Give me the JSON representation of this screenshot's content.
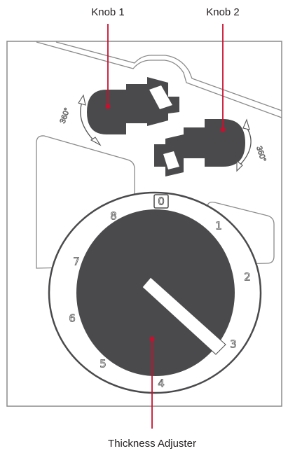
{
  "callouts": {
    "knob1": "Knob 1",
    "knob2": "Knob 2",
    "thickness": "Thickness Adjuster"
  },
  "rotation": {
    "knob1": "360°",
    "knob2": "360°"
  },
  "dial": {
    "numbers": [
      "0",
      "1",
      "2",
      "3",
      "4",
      "5",
      "6",
      "7",
      "8"
    ]
  },
  "colors": {
    "dark": "#4a4a4c",
    "outline": "#7a7a7a",
    "leader": "#c8102e"
  }
}
